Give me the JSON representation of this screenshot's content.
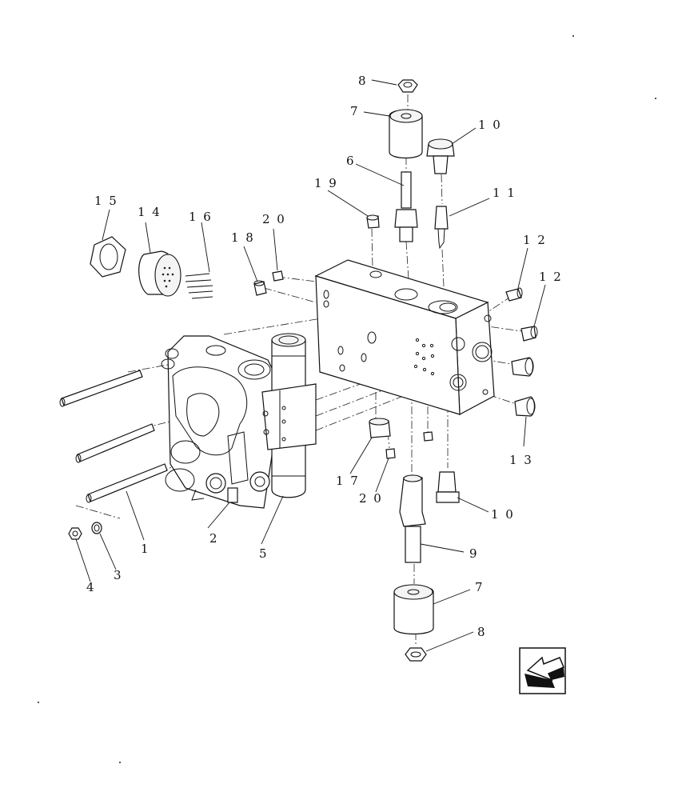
{
  "callouts": {
    "c1": "1",
    "c2": "2",
    "c3": "3",
    "c4": "4",
    "c5": "5",
    "c6": "6",
    "c7_top": "7",
    "c7_bottom": "7",
    "c8_top": "8",
    "c8_bottom": "8",
    "c9": "9",
    "c10_top": "1 0",
    "c10_bottom": "1 0",
    "c11": "1 1",
    "c12_upper": "1 2",
    "c12_lower": "1 2",
    "c13": "1 3",
    "c14": "1 4",
    "c15": "1 5",
    "c16": "1 6",
    "c17": "1 7",
    "c18": "1 8",
    "c19": "1 9",
    "c20_top": "2 0",
    "c20_bottom": "2 0"
  },
  "icons": {
    "nav": "arrow-down-left-icon"
  }
}
